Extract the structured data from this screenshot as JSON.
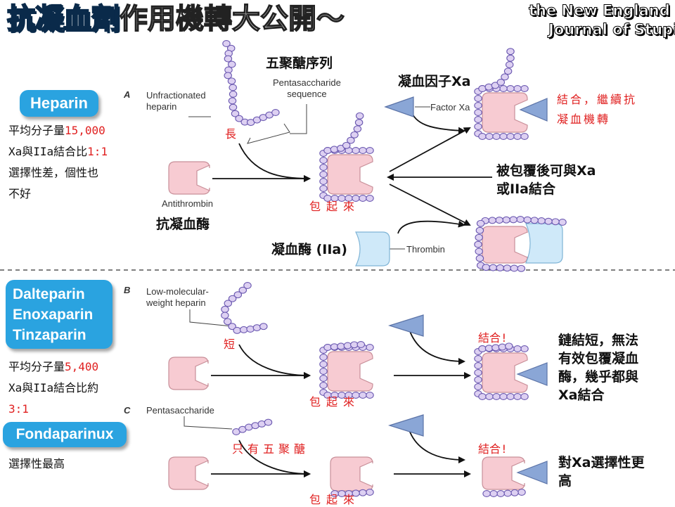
{
  "title": {
    "part1": "抗凝血劑",
    "part2": "作用機轉大公開～"
  },
  "journal": {
    "line1": "the New England",
    "line2": "Journal of Stupid"
  },
  "panels": {
    "a": {
      "letter": "A",
      "pill": "Heparin",
      "caption_heparin": "Unfractionated\nheparin",
      "caption_pentasaccharide": "Pentasaccharide\nsequence",
      "caption_antithrombin": "Antithrombin",
      "caption_factor_xa": "Factor Xa",
      "caption_thrombin": "Thrombin",
      "label_pentasaccharide_zh": "五聚醣序列",
      "label_factor_xa_zh": "凝血因子Xa",
      "label_antithrombin_zh": "抗凝血酶",
      "label_thrombin_zh": "凝血酶 (IIa)",
      "label_covered_zh": "被包覆後可與Xa\n或IIa結合",
      "note_long": "長",
      "note_wrap": "包起來",
      "note_bind": "結合，繼續抗\n凝血機轉",
      "hw_line1_prefix": "平均分子量",
      "hw_line1_value": "15,000",
      "hw_line2_prefix": "Xa與IIa結合比",
      "hw_line2_value": "1:1",
      "hw_line3": "選擇性差，個性也\n不好"
    },
    "b": {
      "letter": "B",
      "pill": "Dalteparin\nEnoxaparin\nTinzaparin",
      "caption_lmwh": "Low-molecular-\nweight heparin",
      "note_short": "短",
      "note_wrap": "包起來",
      "note_bind": "結合!",
      "label_desc_zh": "鏈結短，無法\n有效包覆凝血\n酶，幾乎都與\nXa結合",
      "hw_line1_prefix": "平均分子量",
      "hw_line1_value": "5,400",
      "hw_line2": "Xa與IIa結合比約",
      "hw_line3": "3:1"
    },
    "c": {
      "letter": "C",
      "pill": "Fondaparinux",
      "caption_penta": "Pentasaccharide",
      "note_only": "只有五聚醣",
      "note_wrap": "包起來",
      "note_bind": "結合!",
      "label_desc_zh": "對Xa選擇性更\n高",
      "hw_line1": "選擇性最高"
    }
  },
  "colors": {
    "accent": "#2aa3e0",
    "bead_fill": "#ddd0f2",
    "bead_stroke": "#6a58b0",
    "antithrombin_fill": "#f7cbd2",
    "factor_xa_fill": "#8aa6d6",
    "thrombin_fill": "#cfe9f9",
    "note_red": "#e02020"
  },
  "icons": [
    "heparin-chain-icon",
    "antithrombin-icon",
    "factor-xa-icon",
    "thrombin-icon",
    "arrow-icon"
  ]
}
